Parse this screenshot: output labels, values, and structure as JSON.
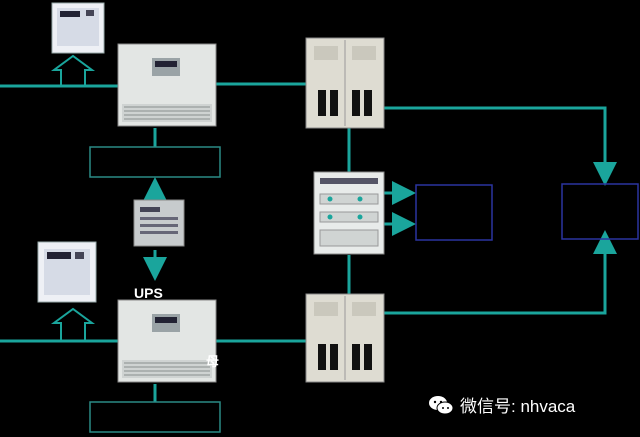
{
  "ups_label": "UPS",
  "fragment_char": "母",
  "watermark": {
    "icon": "wechat-icon",
    "text": "微信号: nhvaca"
  },
  "colors": {
    "wire": "#1aa59c",
    "box_teal": "#2a8a86",
    "box_blue": "#2a34a0",
    "cabinet": "#e3e6e4"
  }
}
